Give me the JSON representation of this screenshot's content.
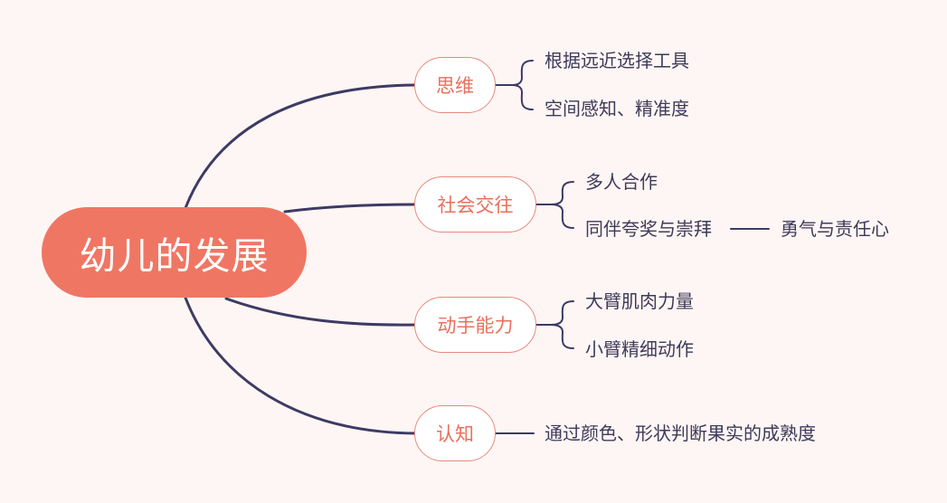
{
  "root": {
    "label": "幼儿的发展"
  },
  "branches": [
    {
      "label": "思维",
      "leaves": [
        "根据远近选择工具",
        "空间感知、精准度"
      ]
    },
    {
      "label": "社会交往",
      "leaves": [
        "多人合作",
        "同伴夸奖与崇拜"
      ],
      "extra": "勇气与责任心"
    },
    {
      "label": "动手能力",
      "leaves": [
        "大臂肌肉力量",
        "小臂精细动作"
      ]
    },
    {
      "label": "认知",
      "leaves": [
        "通过颜色、形状判断果实的成熟度"
      ]
    }
  ],
  "colors": {
    "background": "#FEF6F4",
    "root_fill": "#F07664",
    "branch_border": "#E68A7A",
    "branch_text": "#E8705E",
    "line": "#3E3A64",
    "leaf_text": "#3E3A5A"
  }
}
